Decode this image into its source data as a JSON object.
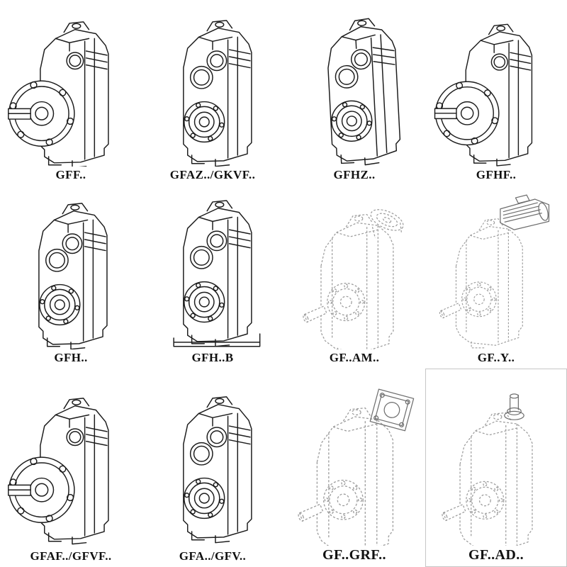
{
  "page": {
    "background": "#ffffff",
    "line_color": "#1c1c1c",
    "dashed_line_color": "#9b9b9b",
    "label_color": "#101010"
  },
  "grid": {
    "rows": 3,
    "columns": 4,
    "items": [
      {
        "label": "GFF..",
        "drawing": "gearbox-output-flange-with-shaft-icon",
        "line_style": "solid"
      },
      {
        "label": "GFAZ../GKVF..",
        "drawing": "gearbox-hollow-bore-icon",
        "line_style": "solid"
      },
      {
        "label": "GFHZ..",
        "drawing": "gearbox-hollow-bore-angled-icon",
        "line_style": "solid"
      },
      {
        "label": "GFHF..",
        "drawing": "gearbox-front-flange-icon",
        "line_style": "solid"
      },
      {
        "label": "GFH..",
        "drawing": "gearbox-shaft-mounted-icon",
        "line_style": "solid"
      },
      {
        "label": "GFH..B",
        "drawing": "gearbox-shaft-mounted-base-icon",
        "line_style": "solid"
      },
      {
        "label": "GF..AM..",
        "drawing": "gearbox-iec-adapter-flange-icon",
        "line_style": "dashed"
      },
      {
        "label": "GF..Y..",
        "drawing": "gearbox-with-motor-icon",
        "line_style": "dashed"
      },
      {
        "label": "GFAF../GFVF..",
        "drawing": "gearbox-output-flange-with-shaft-icon",
        "line_style": "solid"
      },
      {
        "label": "GFA../GFV..",
        "drawing": "gearbox-hollow-bore-icon",
        "line_style": "solid"
      },
      {
        "label": "GF..GRF..",
        "drawing": "gearbox-input-adapter-box-icon",
        "line_style": "dashed"
      },
      {
        "label": "GF..AD..",
        "drawing": "gearbox-top-input-shaft-icon",
        "line_style": "dashed"
      }
    ]
  }
}
